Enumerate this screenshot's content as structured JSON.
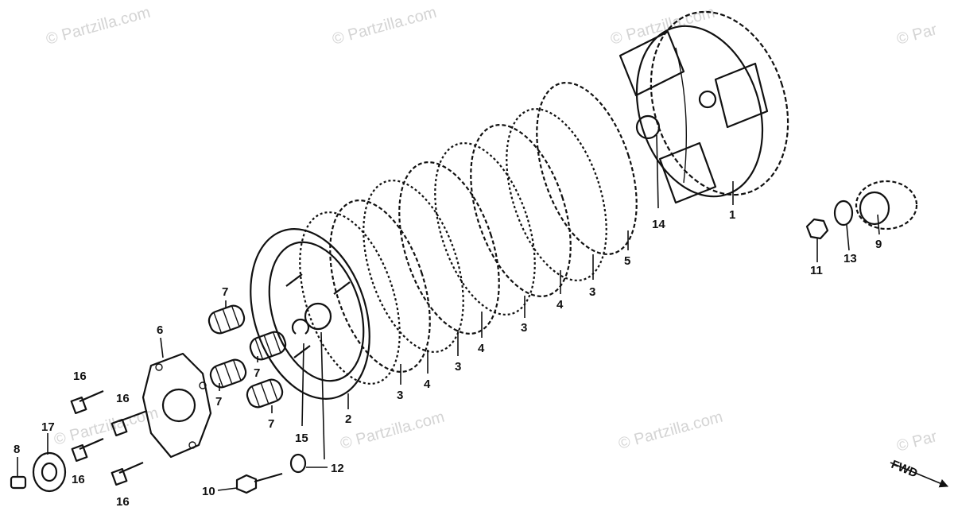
{
  "watermarks": {
    "text": "© Partzilla.com",
    "short": "© Par"
  },
  "callouts": {
    "c1": "1",
    "c2": "2",
    "c3a": "3",
    "c3b": "3",
    "c3c": "3",
    "c3d": "3",
    "c4a": "4",
    "c4b": "4",
    "c4c": "4",
    "c5": "5",
    "c6": "6",
    "c7a": "7",
    "c7b": "7",
    "c7c": "7",
    "c7d": "7",
    "c8": "8",
    "c9": "9",
    "c10": "10",
    "c11": "11",
    "c12": "12",
    "c13": "13",
    "c14": "14",
    "c15": "15",
    "c16a": "16",
    "c16b": "16",
    "c16c": "16",
    "c16d": "16",
    "c17": "17"
  },
  "fwd_label": "FWD",
  "colors": {
    "ink": "#111111",
    "watermark": "#d4d4d4",
    "background": "#ffffff"
  }
}
